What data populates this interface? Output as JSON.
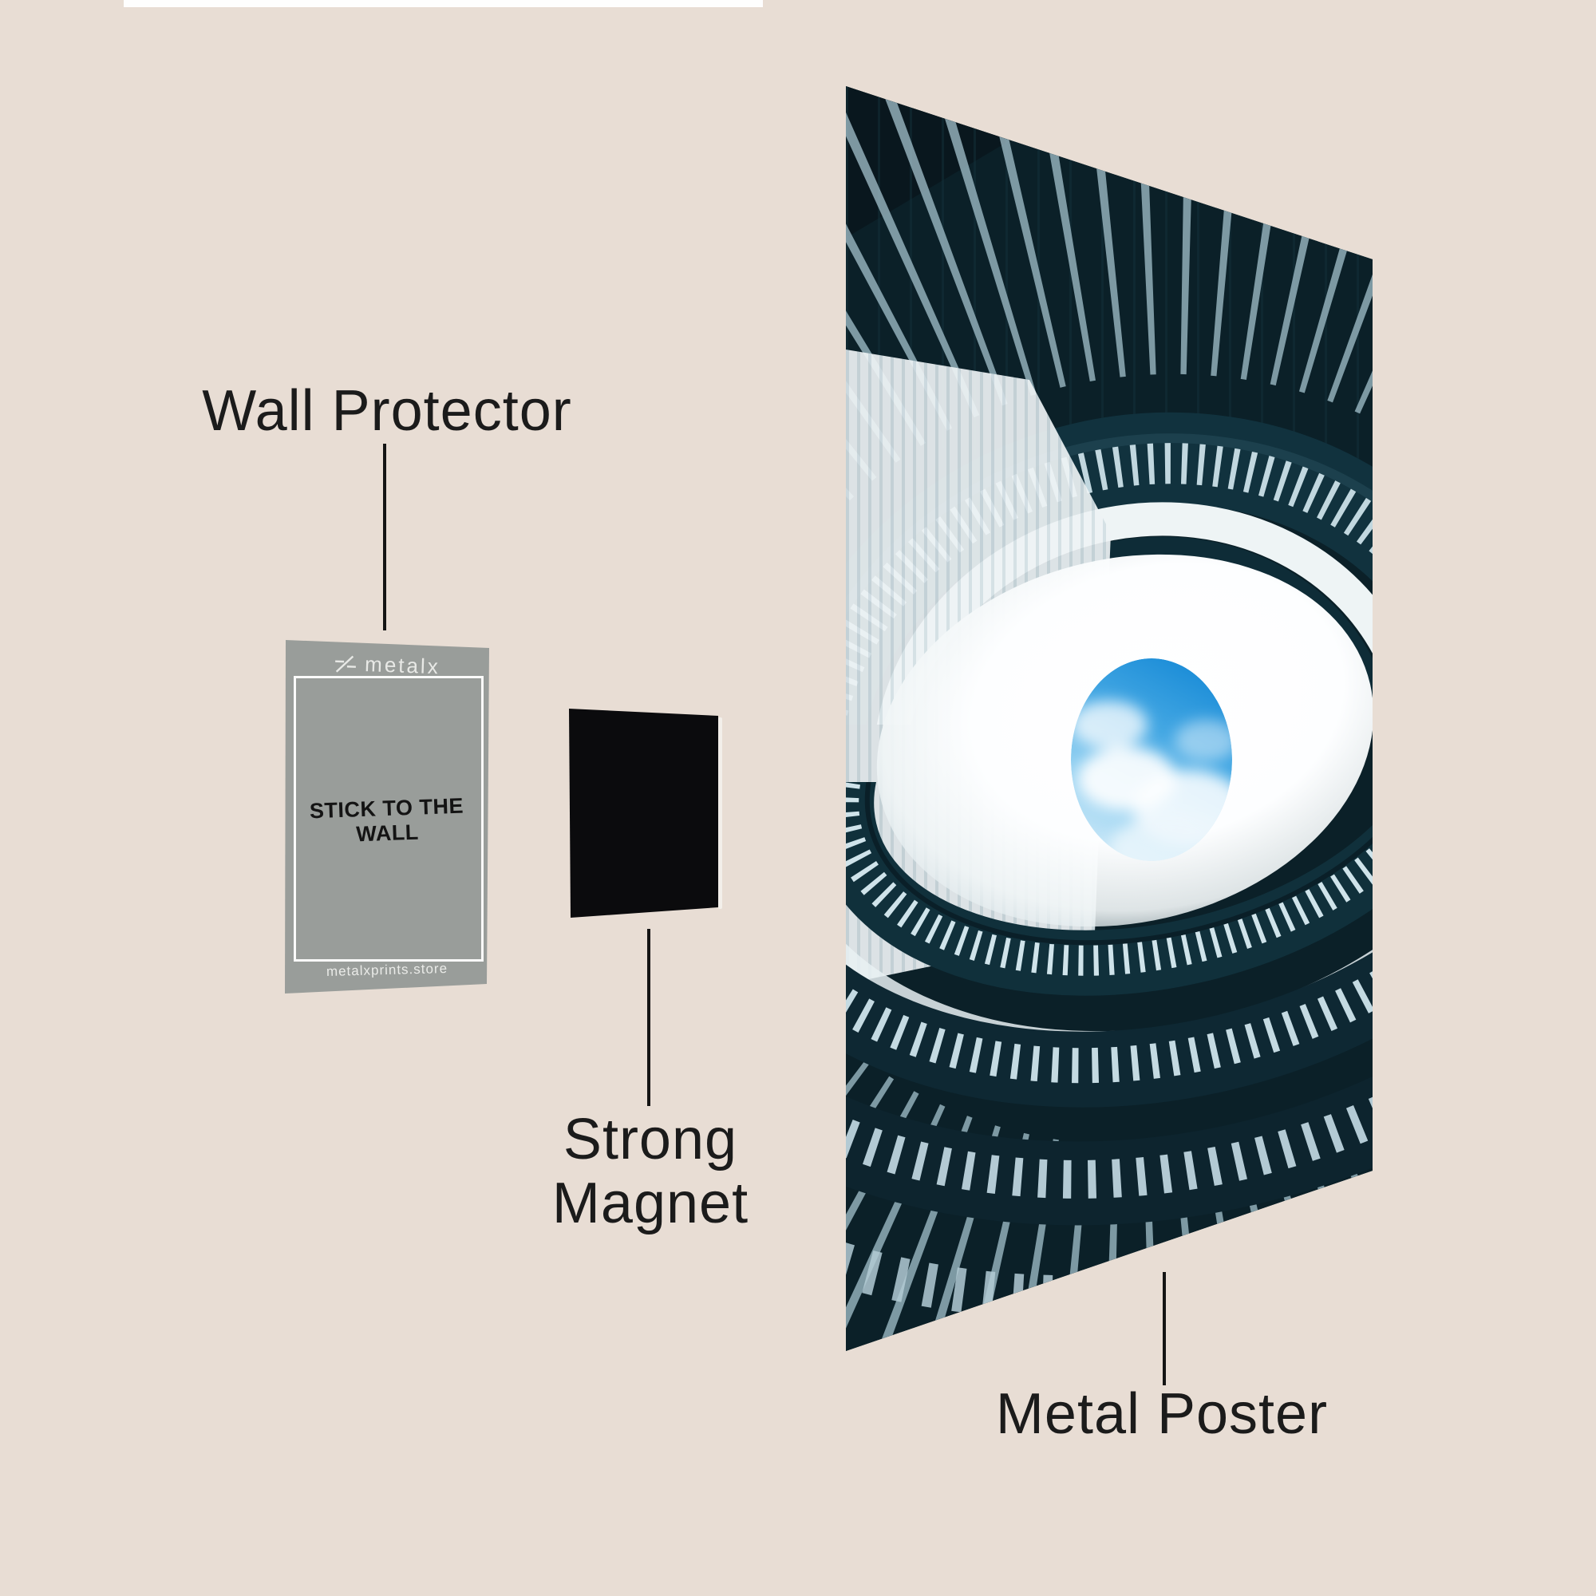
{
  "page": {
    "background_color": "#e8ddd4",
    "top_strip_color": "#fefefe",
    "label_text_color": "#1b1b1b"
  },
  "labels": {
    "wall_protector": "Wall Protector",
    "strong_line1": "Strong",
    "strong_line2": "Magnet",
    "metal_poster": "Metal Poster"
  },
  "card": {
    "brand": "metalx",
    "instruction": "STICK TO THE WALL",
    "website": "metalxprints.store",
    "card_color": "#999d9a",
    "light_text_color": "#e8e9e6",
    "instruction_color": "#141414"
  },
  "magnet": {
    "color": "#0b0b0d"
  },
  "poster": {
    "subject": "spiral-staircase-atrium-with-sky-oculus",
    "base_color": "#0b2028",
    "rib_color": "#9dbbc6",
    "tick_color": "#cbe0e8",
    "sclera_color": "#ffffff",
    "sky_color": "#2d9ade"
  }
}
